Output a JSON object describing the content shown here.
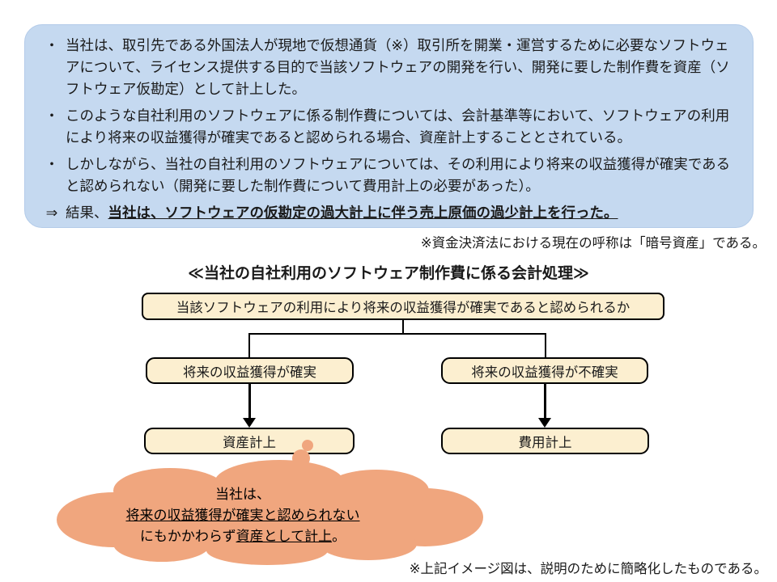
{
  "colors": {
    "summary_box_bg": "#C5D9F0",
    "flow_box_bg": "#FCEFD0",
    "flow_box_border": "#000000",
    "cloud_fill": "#F0A67E",
    "text": "#1A1A1A"
  },
  "summary_box": {
    "bullets": [
      {
        "marker": "・",
        "text": "当社は、取引先である外国法人が現地で仮想通貨（※）取引所を開業・運営するために必要なソフトウェアについて、ライセンス提供する目的で当該ソフトウェアの開発を行い、開発に要した制作費を資産（ソフトウェア仮勘定）として計上した。"
      },
      {
        "marker": "・",
        "text": "このような自社利用のソフトウェアに係る制作費については、会計基準等において、ソフトウェアの利用により将来の収益獲得が確実であると認められる場合、資産計上することとされている。"
      },
      {
        "marker": "・",
        "text": "しかしながら、当社の自社利用のソフトウェアについては、その利用により将来の収益獲得が確実であると認められない（開発に要した制作費について費用計上の必要があった）。"
      }
    ],
    "conclusion": {
      "marker": "⇒",
      "prefix": "結果、",
      "emphasis": "当社は、ソフトウェアの仮勘定の過大計上に伴う売上原価の過少計上を行った。"
    }
  },
  "note_currency": "※資金決済法における現在の呼称は「暗号資産」である。",
  "diagram": {
    "title": "≪当社の自社利用のソフトウェア制作費に係る会計処理≫",
    "question_box": "当該ソフトウェアの利用により将来の収益獲得が確実であると認められるか",
    "branch_left": "将来の収益獲得が確実",
    "branch_right": "将来の収益獲得が不確実",
    "result_left": "資産計上",
    "result_right": "費用計上"
  },
  "callout": {
    "line1": "当社は、",
    "line2": "将来の収益獲得が確実と認められない",
    "line3_prefix": "にもかかわらず",
    "line3_emphasis": "資産として計上",
    "line3_suffix": "。"
  },
  "note_simplified": "※上記イメージ図は、説明のために簡略化したものである。"
}
